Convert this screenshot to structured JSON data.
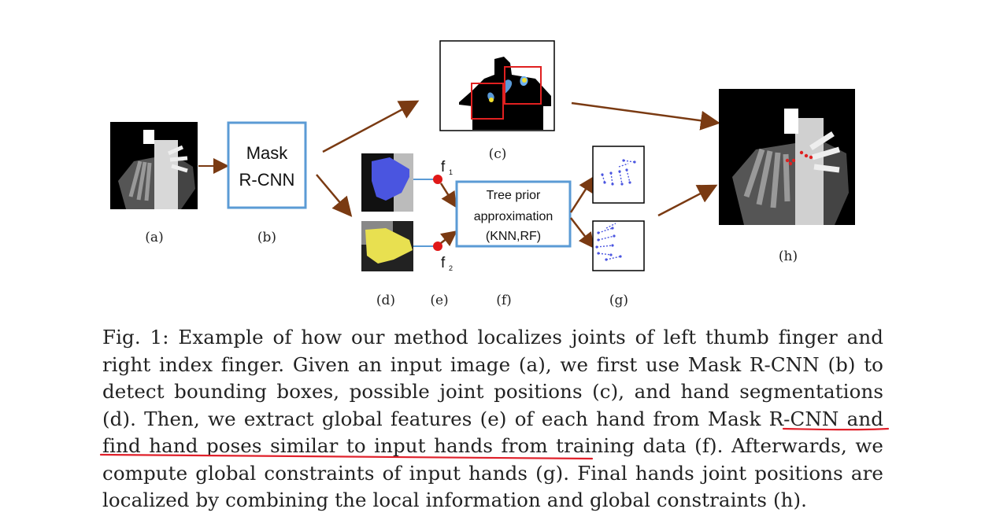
{
  "figure": {
    "box_b": {
      "line1": "Mask",
      "line2": "R-CNN"
    },
    "box_f": {
      "line1": "Tree prior",
      "line2": "approximation",
      "line3": "(KNN,RF)"
    },
    "feature_labels": {
      "f1": "f",
      "f1_sub": "1",
      "f2": "f",
      "f2_sub": "2"
    },
    "panel_labels": {
      "a": "(a)",
      "b": "(b)",
      "c": "(c)",
      "d": "(d)",
      "e": "(e)",
      "f": "(f)",
      "g": "(g)",
      "h": "(h)"
    },
    "colors": {
      "arrow": "#7a3a12",
      "box_border": "#5b9bd5",
      "bbox": "#e02020",
      "joint": "#e02020",
      "segment_blue": "#4a55e0",
      "segment_yellow": "#e8e050",
      "underline": "#e0202a",
      "skeleton": "#4a55e0"
    }
  },
  "caption": {
    "label": "Fig. 1:",
    "text_before": "Example of how our method localizes joints of left thumb finger and right index finger. Given an input image (a), we first use Mask R-CNN (b) to detect bounding boxes, possible joint positions (c), and hand segmentations (d). Then, we extract global features (e) of each hand from Mask R-CNN and",
    "underlined": "find hand poses similar to input hands from training data",
    "text_after": "(f). Afterwards, we compute global constraints of input hands (g). Final hands joint positions are localized by combining the local information and global constraints (h)."
  }
}
